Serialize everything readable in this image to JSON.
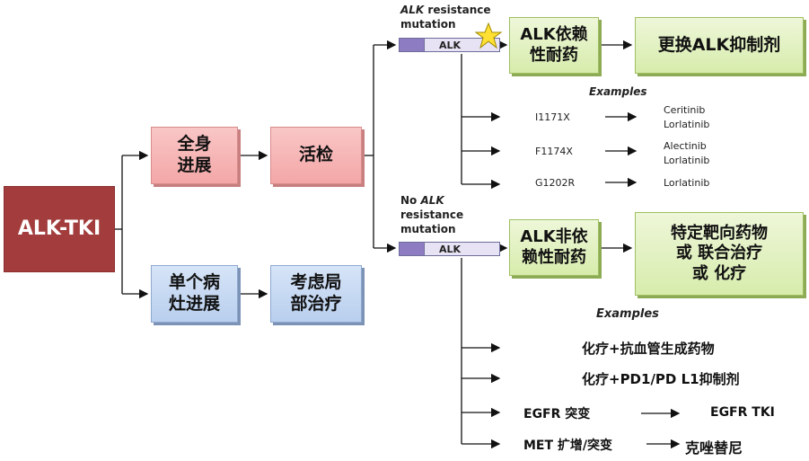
{
  "diagram": {
    "root": "ALK-TKI",
    "systemic": "全身\n进展",
    "local": "单个病\n灶进展",
    "biopsy": "活检",
    "local_tx": "考虑局\n部治疗",
    "mut": {
      "label_italic": "ALK",
      "label_rest": " resistance\nmutation",
      "bar_text": "ALK",
      "dependent": "ALK依赖\n性耐药",
      "treat": "更换ALK抑制剂",
      "examples_label": "Examples",
      "rows": [
        {
          "mutation": "I1171X",
          "drugs": "Ceritinib\nLorlatinib"
        },
        {
          "mutation": "F1174X",
          "drugs": "Alectinib\nLorlatinib"
        },
        {
          "mutation": "G1202R",
          "drugs": "Lorlatinib"
        }
      ]
    },
    "nomut": {
      "label_no": "No ",
      "label_italic": "ALK",
      "label_rest": "resistance\nmutation",
      "bar_text": "ALK",
      "independent": "ALK非依\n赖性耐药",
      "treat": "特定靶向药物\n或 联合治疗\n或 化疗",
      "examples_label": "Examples",
      "rows": [
        {
          "left": "化疗+抗血管生成药物",
          "right": ""
        },
        {
          "left": "化疗+PD1/PD L1抑制剂",
          "right": ""
        },
        {
          "left": "EGFR 突变",
          "right": "EGFR TKI"
        },
        {
          "left": "MET 扩增/突变",
          "right": "克唑替尼"
        }
      ]
    },
    "colors": {
      "root": "#a33d3d",
      "pink": "#f4a7a7",
      "blue": "#b9cfee",
      "green": "#d7ecac",
      "star": "#ffe033"
    }
  }
}
